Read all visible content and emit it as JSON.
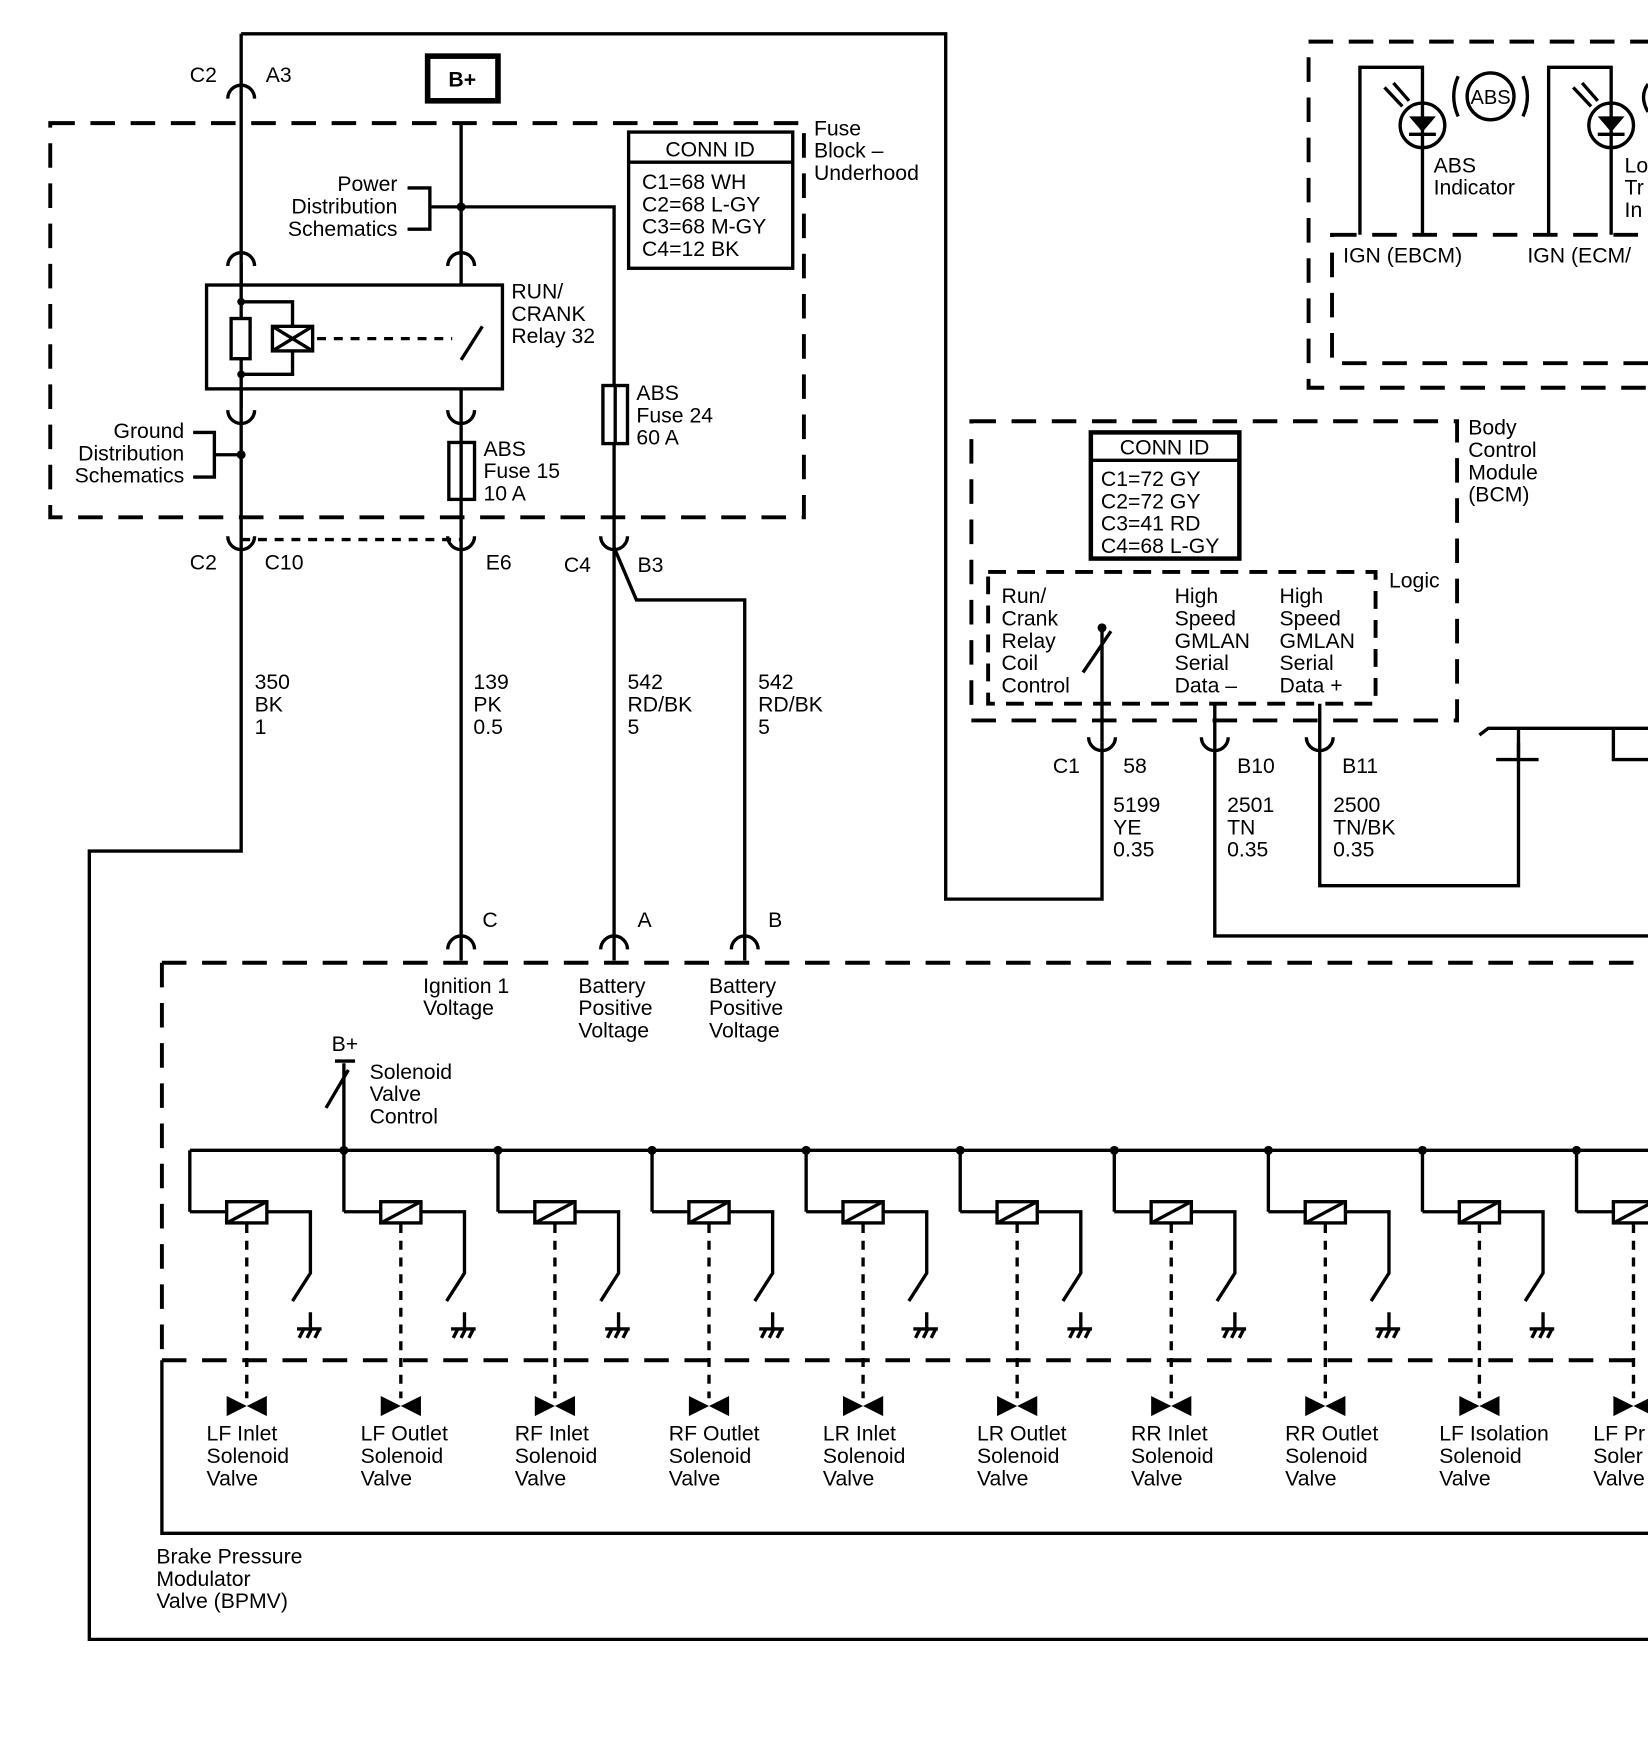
{
  "b_plus": "B+",
  "fuse_block": {
    "label": [
      "Fuse",
      "Block –",
      "Underhood"
    ],
    "conn_id": {
      "title": "CONN ID",
      "rows": [
        "C1=68 WH",
        "C2=68 L-GY",
        "C3=68 M-GY",
        "C4=12 BK"
      ]
    },
    "power_distribution": [
      "Power",
      "Distribution",
      "Schematics"
    ],
    "ground_distribution": [
      "Ground",
      "Distribution",
      "Schematics"
    ],
    "relay": [
      "RUN/",
      "CRANK",
      "Relay 32"
    ],
    "fuse24": [
      "ABS",
      "Fuse 24",
      "60 A"
    ],
    "fuse15": [
      "ABS",
      "Fuse 15",
      "10 A"
    ]
  },
  "connectors": {
    "top_c2": [
      "C2"
    ],
    "top_a3": [
      "A3"
    ],
    "c2": [
      "C2"
    ],
    "c10": [
      "C10"
    ],
    "e6": [
      "E6"
    ],
    "c4": [
      "C4"
    ],
    "b3": [
      "B3"
    ],
    "bpmv_c": [
      "C"
    ],
    "bpmv_a": [
      "A"
    ],
    "bpmv_b": [
      "B"
    ],
    "c1": [
      "C1"
    ],
    "p58": [
      "58"
    ],
    "b10": [
      "B10"
    ],
    "b11": [
      "B11"
    ]
  },
  "wires": [
    [
      "350",
      "BK",
      "1"
    ],
    [
      "139",
      "PK",
      "0.5"
    ],
    [
      "542",
      "RD/BK",
      "5"
    ],
    [
      "542",
      "RD/BK",
      "5"
    ],
    [
      "5199",
      "YE",
      "0.35"
    ],
    [
      "2501",
      "TN",
      "0.35"
    ],
    [
      "2500",
      "TN/BK",
      "0.35"
    ]
  ],
  "bcm": {
    "label": [
      "Body",
      "Control",
      "Module",
      "(BCM)"
    ],
    "conn_id": {
      "title": "CONN ID",
      "rows": [
        "C1=72 GY",
        "C2=72 GY",
        "C3=41 RD",
        "C4=68 L-GY"
      ]
    },
    "logic": [
      "Logic"
    ],
    "run_crank": [
      "Run/",
      "Crank",
      "Relay",
      "Coil",
      "Control"
    ],
    "gmlan_minus": [
      "High",
      "Speed",
      "GMLAN",
      "Serial",
      "Data –"
    ],
    "gmlan_plus": [
      "High",
      "Speed",
      "GMLAN",
      "Serial",
      "Data +"
    ]
  },
  "cluster": {
    "abs_symbol": "ABS",
    "abs_indicator": [
      "ABS",
      "Indicator"
    ],
    "second_indicator": [
      "Lo",
      "Tr",
      "In"
    ],
    "ign_ebcm": [
      "IGN  (EBCM)"
    ],
    "ign_ecm": [
      "IGN   (ECM/"
    ]
  },
  "bpmv": {
    "label": [
      "Brake Pressure",
      "Modulator",
      "Valve (BPMV)"
    ],
    "ignition": [
      "Ignition 1",
      "Voltage"
    ],
    "battery_a": [
      "Battery",
      "Positive",
      "Voltage"
    ],
    "battery_b": [
      "Battery",
      "Positive",
      "Voltage"
    ],
    "b_plus": [
      "B+"
    ],
    "solenoid_control": [
      "Solenoid",
      "Valve",
      "Control"
    ],
    "valves": [
      [
        "LF Inlet",
        "Solenoid",
        "Valve"
      ],
      [
        "LF Outlet",
        "Solenoid",
        "Valve"
      ],
      [
        "RF Inlet",
        "Solenoid",
        "Valve"
      ],
      [
        "RF Outlet",
        "Solenoid",
        "Valve"
      ],
      [
        "LR Inlet",
        "Solenoid",
        "Valve"
      ],
      [
        "LR Outlet",
        "Solenoid",
        "Valve"
      ],
      [
        "RR Inlet",
        "Solenoid",
        "Valve"
      ],
      [
        "RR Outlet",
        "Solenoid",
        "Valve"
      ],
      [
        "LF Isolation",
        "Solenoid",
        "Valve"
      ],
      [
        "LF Pr",
        "Soler",
        "Valve"
      ]
    ]
  }
}
